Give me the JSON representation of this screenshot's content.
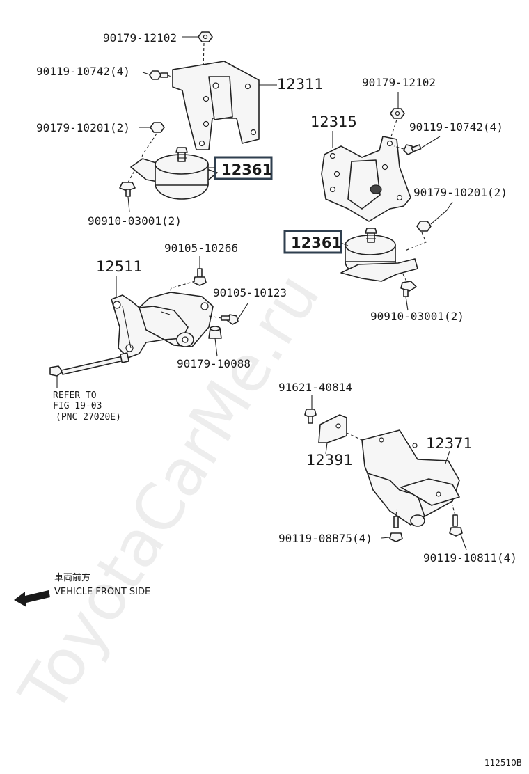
{
  "labels": {
    "p90179_12102_a": "90179-12102",
    "p90119_10742_a": "90119-10742(4)",
    "p12311": "12311",
    "p90179_10201_a": "90179-10201(2)",
    "p12361_a": "12361",
    "p90910_03001_a": "90910-03001(2)",
    "p90179_12102_b": "90179-12102",
    "p12315": "12315",
    "p90119_10742_b": "90119-10742(4)",
    "p90179_10201_b": "90179-10201(2)",
    "p12361_b": "12361",
    "p90910_03001_b": "90910-03001(2)",
    "p90105_10266": "90105-10266",
    "p12511": "12511",
    "p90105_10123": "90105-10123",
    "p90179_10088": "90179-10088",
    "p91621_40814": "91621-40814",
    "p12371": "12371",
    "p12391": "12391",
    "p90119_08B75": "90119-08B75(4)",
    "p90119_10811": "90119-10811(4)"
  },
  "refer": {
    "line1": "REFER TO",
    "line2": "FIG 19-03",
    "line3": "(PNC 27020E)"
  },
  "direction": {
    "jp": "車両前方",
    "en": "VEHICLE FRONT SIDE",
    "arrow_icon": "left-down-arrow-icon"
  },
  "diagram_code": "112510B",
  "watermark": "ToyotaCarMe.ru",
  "colors": {
    "highlight_box": "#2f3f4f",
    "line": "#222222"
  }
}
